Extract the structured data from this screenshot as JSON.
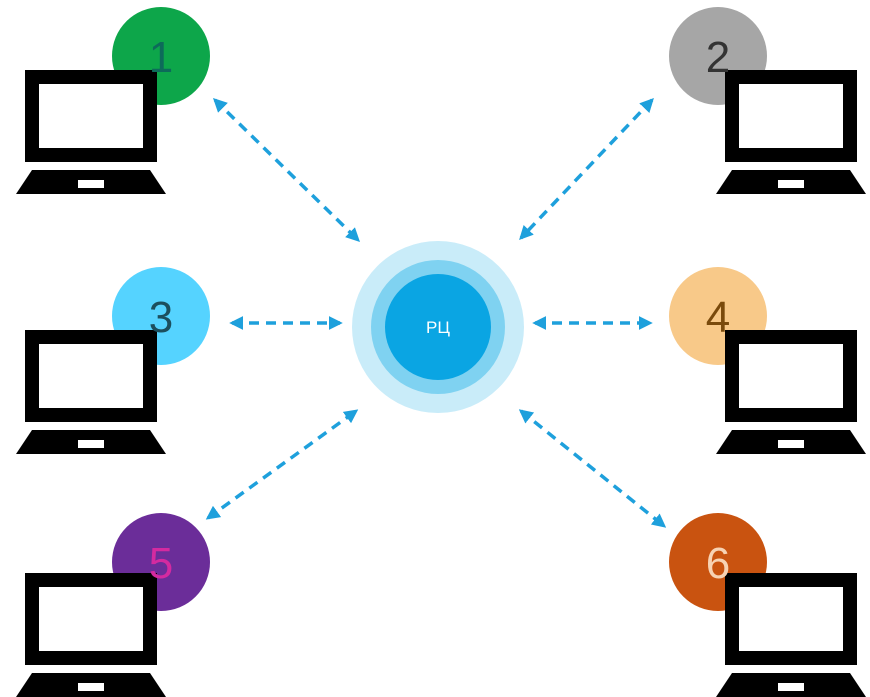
{
  "hub": {
    "label": "РЦ",
    "colors": {
      "outer": "#c9ecf9",
      "middle": "#7fd2f1",
      "inner": "#0aa5e3",
      "text": "#ffffff"
    }
  },
  "arrow_color": "#1ea0dc",
  "nodes": [
    {
      "id": "1",
      "label": "1",
      "circle_color": "#0da64a",
      "text_color": "#0d6b5a",
      "icon": "laptop-icon"
    },
    {
      "id": "2",
      "label": "2",
      "circle_color": "#a6a6a6",
      "text_color": "#333333",
      "icon": "laptop-icon"
    },
    {
      "id": "3",
      "label": "3",
      "circle_color": "#55d3ff",
      "text_color": "#1c4f5e",
      "icon": "laptop-icon"
    },
    {
      "id": "4",
      "label": "4",
      "circle_color": "#f8c989",
      "text_color": "#7a4a0c",
      "icon": "laptop-icon"
    },
    {
      "id": "5",
      "label": "5",
      "circle_color": "#6b2d99",
      "text_color": "#d42aa0",
      "icon": "laptop-icon"
    },
    {
      "id": "6",
      "label": "6",
      "circle_color": "#c95310",
      "text_color": "#f7d2b3",
      "icon": "laptop-icon"
    }
  ]
}
